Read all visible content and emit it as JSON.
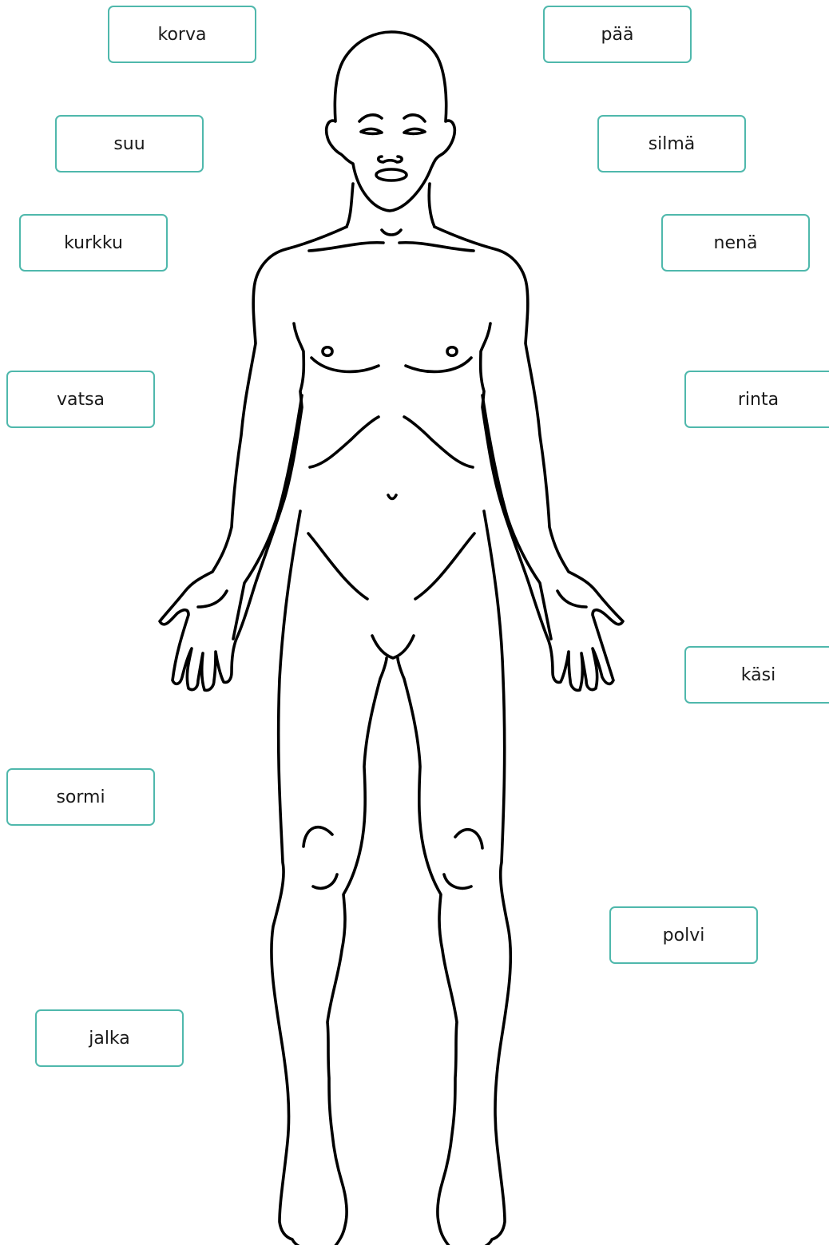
{
  "labels": {
    "korva": "korva",
    "paa": "pää",
    "suu": "suu",
    "silma": "silmä",
    "kurkku": "kurkku",
    "nena": "nenä",
    "vatsa": "vatsa",
    "rinta": "rinta",
    "kasi": "käsi",
    "sormi": "sormi",
    "polvi": "polvi",
    "jalka": "jalka"
  },
  "colors": {
    "label_border": "#4fb8ac",
    "outline": "#000000",
    "background": "#ffffff"
  },
  "illustration": "human-body-outline-front"
}
